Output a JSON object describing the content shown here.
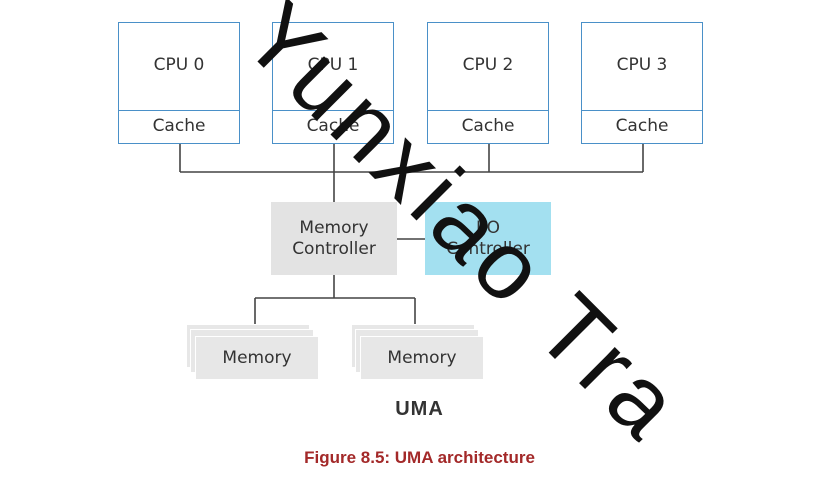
{
  "cpus": [
    {
      "label": "CPU 0",
      "cache": "Cache"
    },
    {
      "label": "CPU 1",
      "cache": "Cache"
    },
    {
      "label": "CPU 2",
      "cache": "Cache"
    },
    {
      "label": "CPU 3",
      "cache": "Cache"
    }
  ],
  "memory_controller": "Memory\nController",
  "io_controller": "I/O\nController",
  "memory_modules": [
    "Memory",
    "Memory"
  ],
  "diagram_title": "UMA",
  "caption": "Figure 8.5: UMA architecture",
  "watermark": "Yunxiao Tra",
  "colors": {
    "cpu_border": "#4a90c8",
    "memory_controller_fill": "#e3e3e3",
    "io_controller_fill": "#a3e0f0",
    "memory_fill": "#e7e7e7",
    "wire": "#444444",
    "caption_text": "#a32929",
    "watermark": "#111111"
  }
}
